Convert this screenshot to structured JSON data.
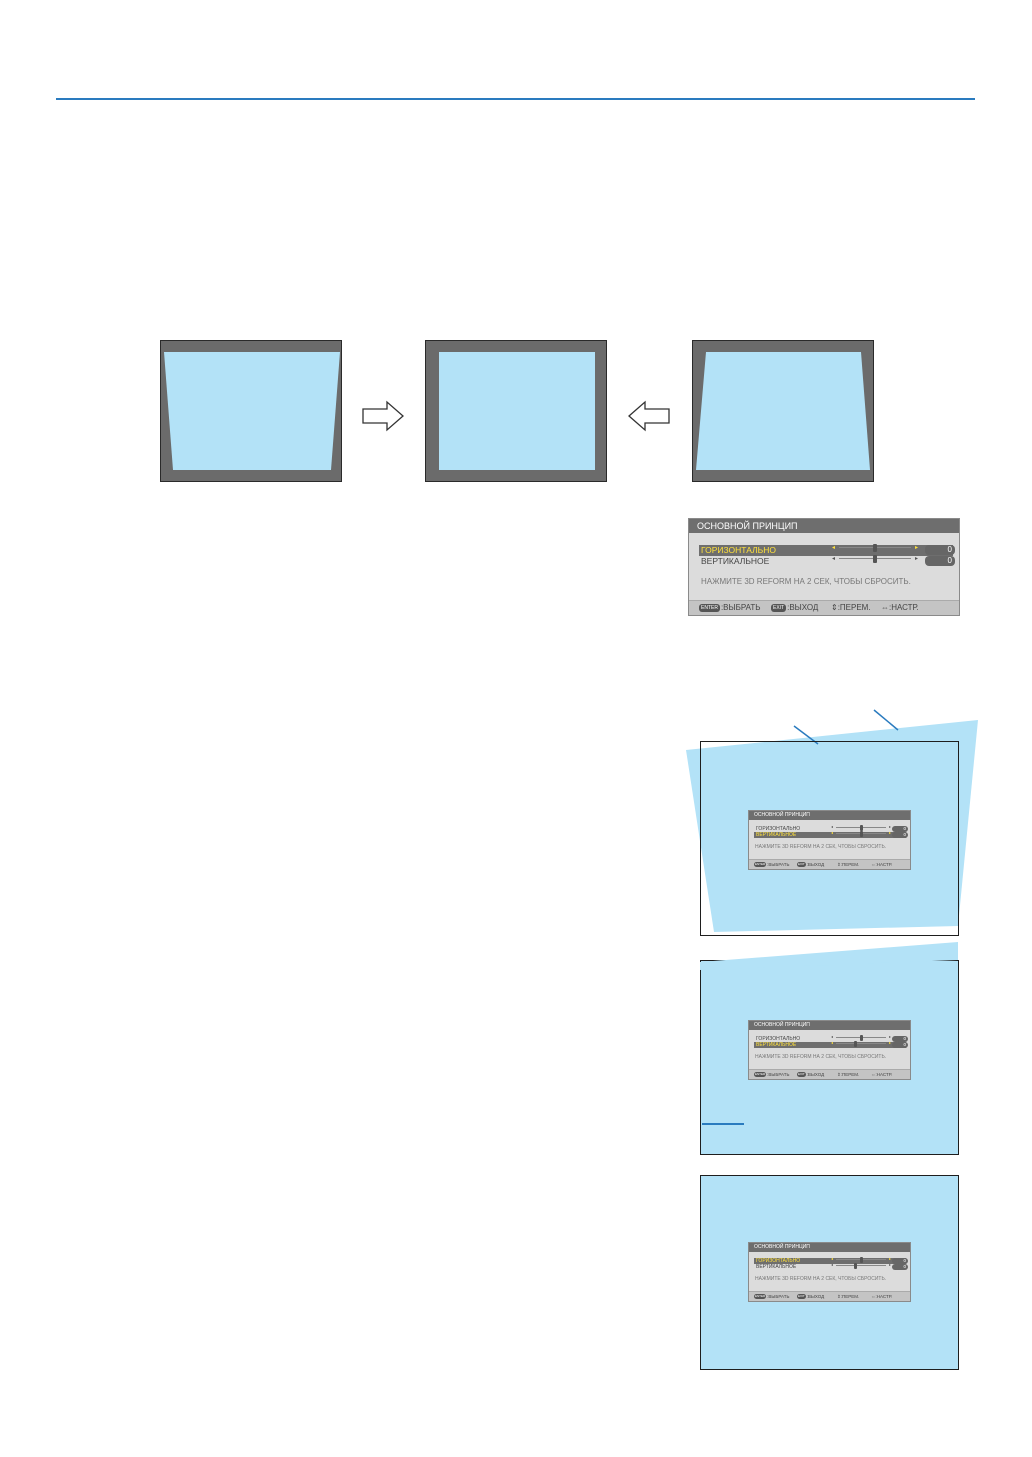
{
  "colors": {
    "rule": "#2a7bbf",
    "frame": "#6b6b6b",
    "screen": "#b3e2f7",
    "osd_selected_text": "#ffe13a",
    "callout": "#2a7bbf"
  },
  "icons": [
    "arrow-right-icon",
    "arrow-left-icon"
  ],
  "osd": {
    "title": "ОСНОВНОЙ ПРИНЦИП",
    "rows": [
      {
        "label": "ГОРИЗОНТАЛЬНО",
        "value": "0"
      },
      {
        "label": "ВЕРТИКАЛЬНОЕ",
        "value": "0"
      }
    ],
    "hint": "НАЖМИТЕ 3D REFORM НА 2 СЕК, ЧТОБЫ СБРОСИТЬ.",
    "footer": {
      "enter_key": "ENTER",
      "select": ":ВЫБРАТЬ",
      "exit_key": "EXIT",
      "exit": ":ВЫХОД",
      "move": ":ПЕРЕМ.",
      "adjust": ":НАСТР."
    }
  }
}
